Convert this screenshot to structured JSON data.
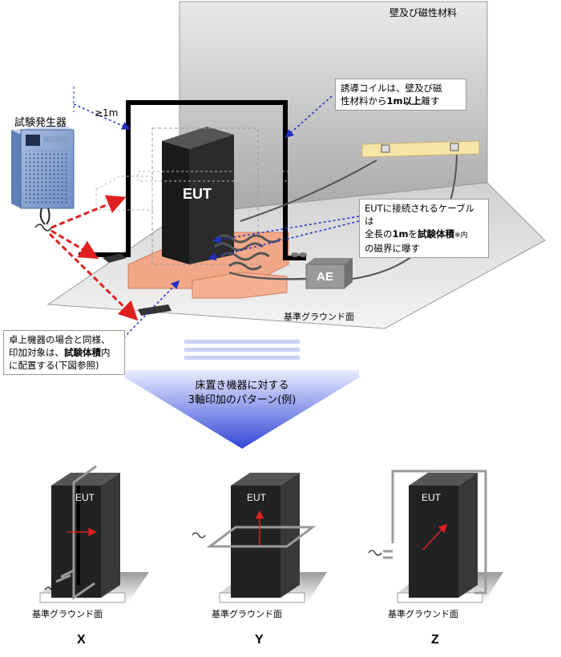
{
  "top_diagram": {
    "wall_label": "壁及び磁性材料",
    "generator_label": "試験発生器",
    "distance_label": "≥1m",
    "eut_label": "EUT",
    "ae_label": "AE",
    "ground_label": "基準グラウンド面",
    "callout_coil": {
      "line1": "誘導コイルは、壁及び磁",
      "line2_a": "性材料から",
      "line2_b": "1m以上",
      "line2_c": "離す"
    },
    "callout_cable": {
      "line1": "EUTに接続されるケーブルは",
      "line2_a": "全長の",
      "line2_b": "1m",
      "line2_c": "を",
      "line2_d": "試験体積",
      "line2_e": "※内",
      "line3": "の磁界に曝す"
    },
    "callout_tabletop": {
      "line1": "卓上機器の場合と同様、",
      "line2_a": "印加対象は、",
      "line2_b": "試験体積",
      "line2_c": "内",
      "line3": "に配置する(下図参照)"
    }
  },
  "arrow_banner": {
    "line1": "床置き機器に対する",
    "line2": "3軸印加のパターン(例)"
  },
  "patterns": [
    {
      "axis": "X",
      "eut_label": "EUT",
      "ground_label": "基準グラウンド面"
    },
    {
      "axis": "Y",
      "eut_label": "EUT",
      "ground_label": "基準グラウンド面"
    },
    {
      "axis": "Z",
      "eut_label": "EUT",
      "ground_label": "基準グラウンド面"
    }
  ],
  "colors": {
    "wall": "#c8c8c8",
    "floor": "#e4e4e4",
    "eut": "#222222",
    "copper": "#f0a080",
    "arrow_red": "#e02020",
    "dash_blue": "#2030c0",
    "banner": "#3a4fd0"
  }
}
